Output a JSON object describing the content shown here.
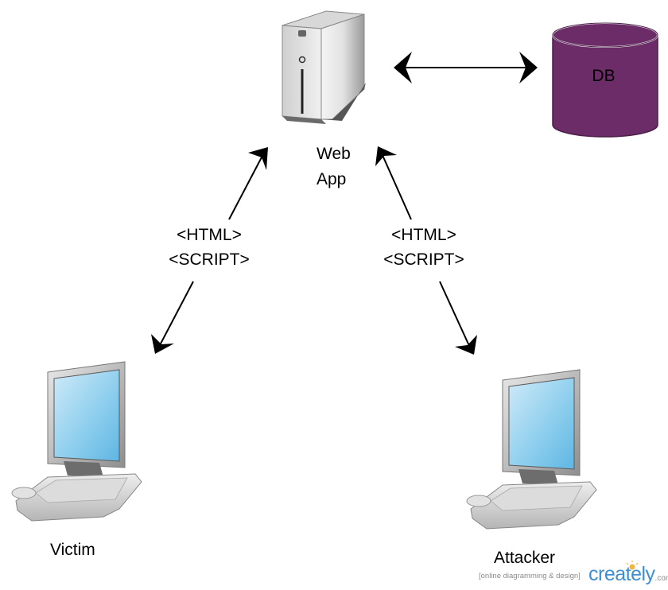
{
  "nodes": {
    "web_app": {
      "label_line1": "Web",
      "label_line2": "App"
    },
    "db": {
      "label": "DB",
      "color": "#6b2c67"
    },
    "victim": {
      "label": "Victim"
    },
    "attacker": {
      "label": "Attacker"
    }
  },
  "edges": {
    "webapp_db": {
      "bidirectional": true
    },
    "victim_webapp": {
      "label_line1": "<HTML>",
      "label_line2": "<SCRIPT>",
      "bidirectional": true
    },
    "attacker_webapp": {
      "label_line1": "<HTML>",
      "label_line2": "<SCRIPT>",
      "bidirectional": true
    }
  },
  "watermark": {
    "tagline": "[online diagramming & design]",
    "brand": "creately",
    "domain": ".com",
    "color": "#3d8fd1"
  }
}
